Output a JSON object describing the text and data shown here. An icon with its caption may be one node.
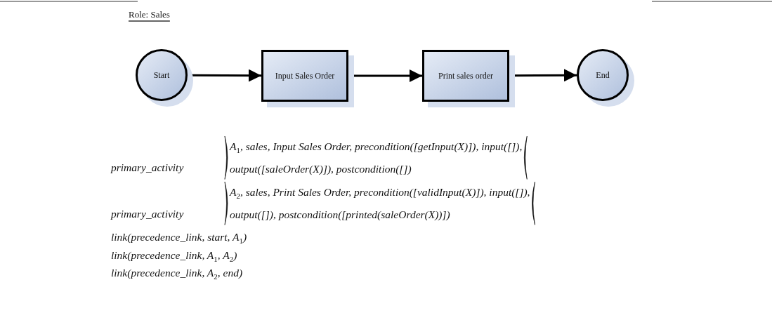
{
  "diagram": {
    "nodes": [
      {
        "text": [
          "Start"
        ]
      },
      {
        "text": [
          "Input Sales Order"
        ]
      },
      {
        "text": [
          "Print sales order"
        ]
      },
      {
        "text": [
          "End"
        ]
      }
    ],
    "edges": [
      {
        "from": 0,
        "to": 1,
        "arrow": "to"
      },
      {
        "from": 1,
        "to": 2,
        "arrow": "to"
      },
      {
        "from": 2,
        "to": 3,
        "arrow": "to"
      }
    ],
    "labels": [
      "Role: Sales",
      "primary_activity",
      "A$_{1}$, sales, Input Sales Order, precondition([getInput(X)]), input([]),",
      "output([saleOrder(X)]), postcondition([])",
      "primary_activity",
      "A$_{2}$, sales, Print Sales Order, precondition([validInput(X)]), input([]),",
      "output([]), postcondition([printed(saleOrder(X))])",
      "link(precedence_link, start, A$_{1}$)",
      "link(precedence_link, A$_{1}$, A$_{2}$)",
      "link(precedence_link, A$_{2}$, end)"
    ]
  }
}
